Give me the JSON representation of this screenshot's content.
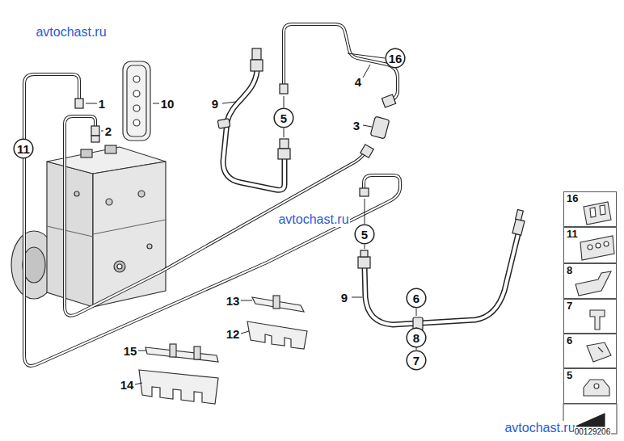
{
  "diagram": {
    "nodes": [
      {
        "text": [
          "16"
        ]
      },
      {
        "text": [
          "5"
        ]
      },
      {
        "text": [
          "11"
        ]
      },
      {
        "text": [
          "5"
        ]
      },
      {
        "text": [
          "6"
        ]
      },
      {
        "text": [
          "8"
        ]
      },
      {
        "text": [
          "7"
        ]
      },
      {
        "text": [
          "16"
        ]
      },
      {
        "text": [
          "11"
        ]
      },
      {
        "text": [
          "8"
        ]
      },
      {
        "text": [
          "7"
        ]
      },
      {
        "text": [
          "6"
        ]
      },
      {
        "text": [
          "5"
        ]
      }
    ],
    "labels": [
      "avtochast.ru",
      "4",
      "1",
      "10",
      "9",
      "3",
      "2",
      "avtochast.ru",
      "9",
      "13",
      "12",
      "15",
      "14",
      "avtochast.ru",
      "00129206"
    ]
  }
}
